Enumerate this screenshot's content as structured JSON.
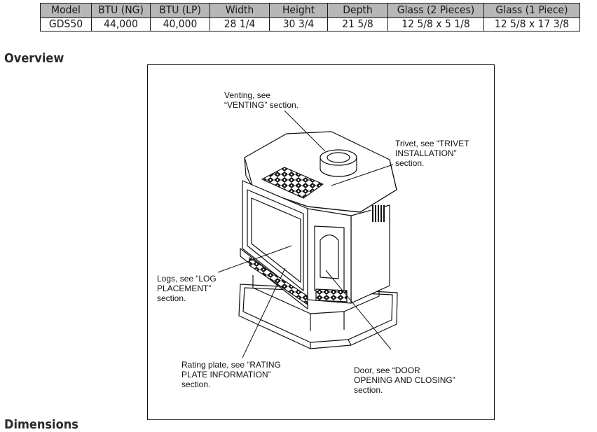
{
  "spec_table": {
    "headers": [
      "Model",
      "BTU (NG)",
      "BTU (LP)",
      "Width",
      "Height",
      "Depth",
      "Glass (2 Pieces)",
      "Glass (1 Piece)"
    ],
    "rows": [
      [
        "GDS50",
        "44,000",
        "40,000",
        "28 1/4",
        "30 3/4",
        "21 5/8",
        "12 5/8 x 5 1/8",
        "12 5/8 x 17 3/8"
      ]
    ]
  },
  "overview_heading": "Overview",
  "next_heading": "Dimensions",
  "callouts": {
    "venting": "Venting, see\n“VENTING” section.",
    "trivet": "Trivet, see “TRIVET\nINSTALLATION”\nsection.",
    "logs": "Logs, see “LOG\nPLACEMENT”\nsection.",
    "rating": "Rating plate, see “RATING\nPLATE INFORMATION”\nsection.",
    "door": "Door, see “DOOR\nOPENING AND CLOSING”\nsection."
  }
}
